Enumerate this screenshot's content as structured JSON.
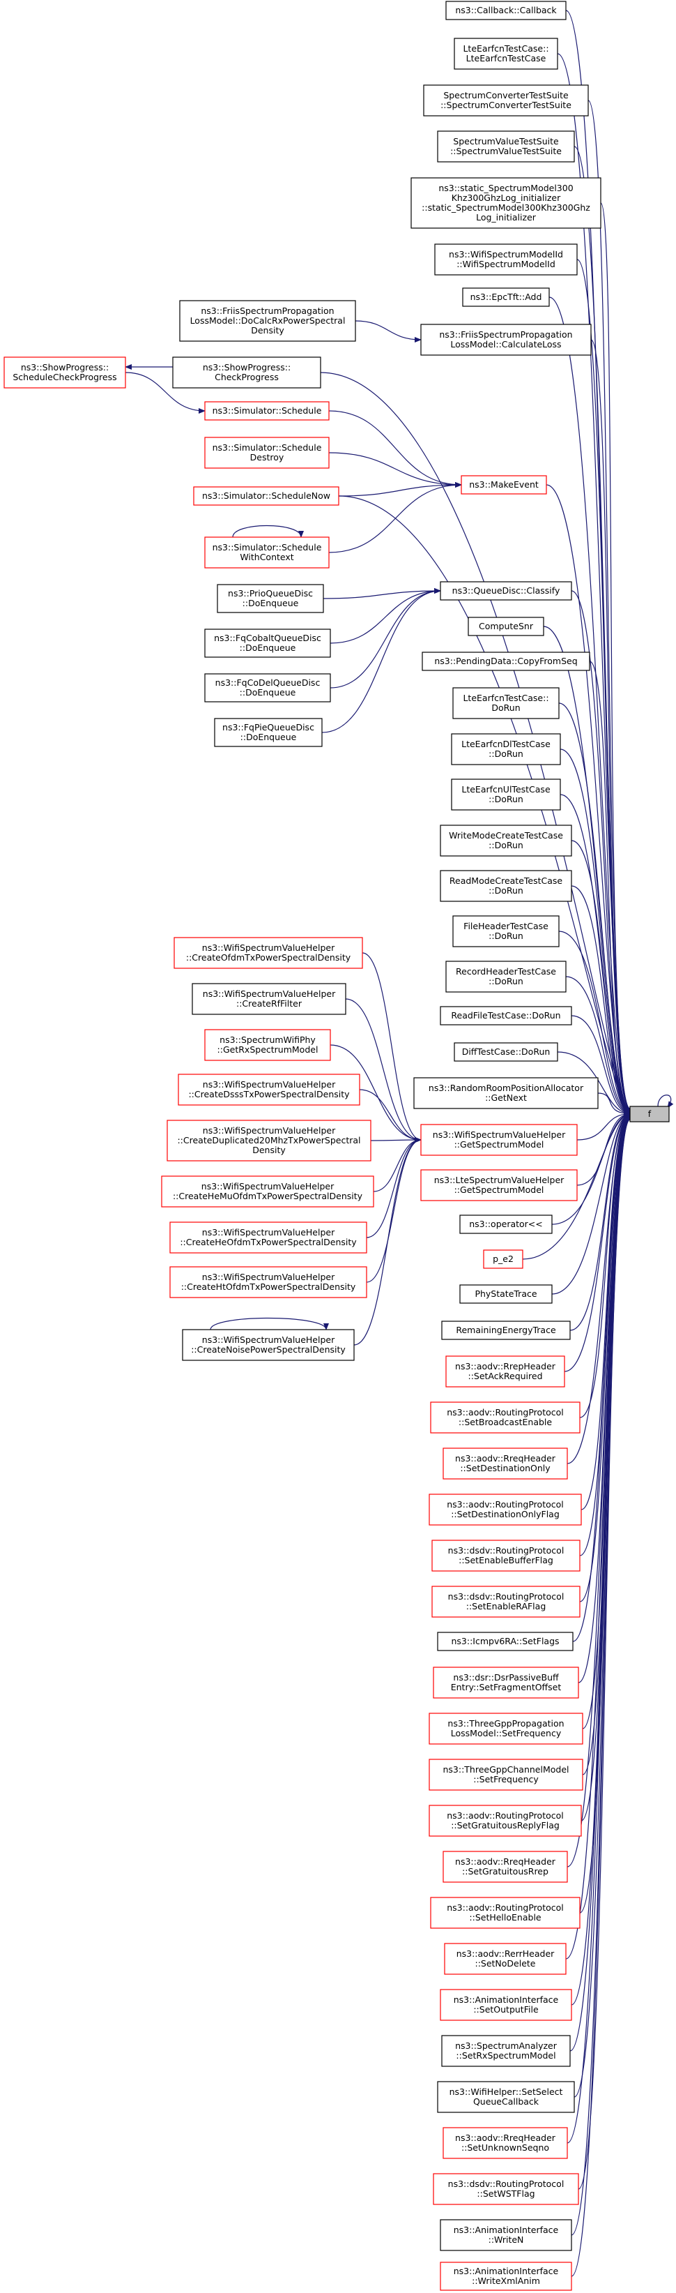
{
  "colors": {
    "edge": "#191970",
    "border_normal": "#000000",
    "border_red": "#ff0000",
    "focus_fill": "#bfbfbf"
  },
  "nodes": [
    {
      "id": "callback",
      "lines": [
        "ns3::Callback::Callback"
      ],
      "border": "black"
    },
    {
      "id": "lte-earfcn-ctor",
      "lines": [
        "LteEarfcnTestCase::",
        "LteEarfcnTestCase"
      ],
      "border": "black"
    },
    {
      "id": "spectrum-converter-suite",
      "lines": [
        "SpectrumConverterTestSuite",
        "::SpectrumConverterTestSuite"
      ],
      "border": "black"
    },
    {
      "id": "spectrum-value-suite",
      "lines": [
        "SpectrumValueTestSuite",
        "::SpectrumValueTestSuite"
      ],
      "border": "black"
    },
    {
      "id": "static-spectrum-init",
      "lines": [
        "ns3::static_SpectrumModel300",
        "Khz300GhzLog_initializer",
        "::static_SpectrumModel300Khz300Ghz",
        "Log_initializer"
      ],
      "border": "black"
    },
    {
      "id": "wifi-spectrum-model-id",
      "lines": [
        "ns3::WifiSpectrumModelId",
        "::WifiSpectrumModelId"
      ],
      "border": "black"
    },
    {
      "id": "epc-tft-add",
      "lines": [
        "ns3::EpcTft::Add"
      ],
      "border": "black"
    },
    {
      "id": "friis-do-calc",
      "lines": [
        "ns3::FriisSpectrumPropagation",
        "LossModel::DoCalcRxPowerSpectral",
        "Density"
      ],
      "border": "black"
    },
    {
      "id": "friis-calc-loss",
      "lines": [
        "ns3::FriisSpectrumPropagation",
        "LossModel::CalculateLoss"
      ],
      "border": "black"
    },
    {
      "id": "schedule-check-progress",
      "lines": [
        "ns3::ShowProgress::",
        "ScheduleCheckProgress"
      ],
      "border": "red"
    },
    {
      "id": "check-progress",
      "lines": [
        "ns3::ShowProgress::",
        "CheckProgress"
      ],
      "border": "black"
    },
    {
      "id": "sim-schedule",
      "lines": [
        "ns3::Simulator::Schedule"
      ],
      "border": "red"
    },
    {
      "id": "sim-schedule-destroy",
      "lines": [
        "ns3::Simulator::Schedule",
        "Destroy"
      ],
      "border": "red"
    },
    {
      "id": "sim-schedule-now",
      "lines": [
        "ns3::Simulator::ScheduleNow"
      ],
      "border": "red"
    },
    {
      "id": "sim-schedule-context",
      "lines": [
        "ns3::Simulator::Schedule",
        "WithContext"
      ],
      "border": "red"
    },
    {
      "id": "make-event",
      "lines": [
        "ns3::MakeEvent"
      ],
      "border": "red"
    },
    {
      "id": "prio-enqueue",
      "lines": [
        "ns3::PrioQueueDisc",
        "::DoEnqueue"
      ],
      "border": "black"
    },
    {
      "id": "fqcobalt-enqueue",
      "lines": [
        "ns3::FqCobaltQueueDisc",
        "::DoEnqueue"
      ],
      "border": "black"
    },
    {
      "id": "fqcodel-enqueue",
      "lines": [
        "ns3::FqCoDelQueueDisc",
        "::DoEnqueue"
      ],
      "border": "black"
    },
    {
      "id": "fqpie-enqueue",
      "lines": [
        "ns3::FqPieQueueDisc",
        "::DoEnqueue"
      ],
      "border": "black"
    },
    {
      "id": "queue-disc-classify",
      "lines": [
        "ns3::QueueDisc::Classify"
      ],
      "border": "black"
    },
    {
      "id": "compute-snr",
      "lines": [
        "ComputeSnr"
      ],
      "border": "black"
    },
    {
      "id": "pending-data-copy",
      "lines": [
        "ns3::PendingData::CopyFromSeq"
      ],
      "border": "black"
    },
    {
      "id": "lte-earfcn-dorun",
      "lines": [
        "LteEarfcnTestCase::",
        "DoRun"
      ],
      "border": "black"
    },
    {
      "id": "lte-earfcn-dl-dorun",
      "lines": [
        "LteEarfcnDlTestCase",
        "::DoRun"
      ],
      "border": "black"
    },
    {
      "id": "lte-earfcn-ul-dorun",
      "lines": [
        "LteEarfcnUlTestCase",
        "::DoRun"
      ],
      "border": "black"
    },
    {
      "id": "write-mode-dorun",
      "lines": [
        "WriteModeCreateTestCase",
        "::DoRun"
      ],
      "border": "black"
    },
    {
      "id": "read-mode-dorun",
      "lines": [
        "ReadModeCreateTestCase",
        "::DoRun"
      ],
      "border": "black"
    },
    {
      "id": "file-header-dorun",
      "lines": [
        "FileHeaderTestCase",
        "::DoRun"
      ],
      "border": "black"
    },
    {
      "id": "record-header-dorun",
      "lines": [
        "RecordHeaderTestCase",
        "::DoRun"
      ],
      "border": "black"
    },
    {
      "id": "read-file-dorun",
      "lines": [
        "ReadFileTestCase::DoRun"
      ],
      "border": "black"
    },
    {
      "id": "diff-dorun",
      "lines": [
        "DiffTestCase::DoRun"
      ],
      "border": "black"
    },
    {
      "id": "random-room-getnext",
      "lines": [
        "ns3::RandomRoomPositionAllocator",
        "::GetNext"
      ],
      "border": "black"
    },
    {
      "id": "create-ofdm-tx",
      "lines": [
        "ns3::WifiSpectrumValueHelper",
        "::CreateOfdmTxPowerSpectralDensity"
      ],
      "border": "red"
    },
    {
      "id": "create-rf-filter",
      "lines": [
        "ns3::WifiSpectrumValueHelper",
        "::CreateRfFilter"
      ],
      "border": "black"
    },
    {
      "id": "get-rx-spectrum-model",
      "lines": [
        "ns3::SpectrumWifiPhy",
        "::GetRxSpectrumModel"
      ],
      "border": "red"
    },
    {
      "id": "create-dsss-tx",
      "lines": [
        "ns3::WifiSpectrumValueHelper",
        "::CreateDsssTxPowerSpectralDensity"
      ],
      "border": "red"
    },
    {
      "id": "create-dup20",
      "lines": [
        "ns3::WifiSpectrumValueHelper",
        "::CreateDuplicated20MhzTxPowerSpectral",
        "Density"
      ],
      "border": "red"
    },
    {
      "id": "create-hemu",
      "lines": [
        "ns3::WifiSpectrumValueHelper",
        "::CreateHeMuOfdmTxPowerSpectralDensity"
      ],
      "border": "red"
    },
    {
      "id": "create-he-ofdm",
      "lines": [
        "ns3::WifiSpectrumValueHelper",
        "::CreateHeOfdmTxPowerSpectralDensity"
      ],
      "border": "red"
    },
    {
      "id": "create-ht-ofdm",
      "lines": [
        "ns3::WifiSpectrumValueHelper",
        "::CreateHtOfdmTxPowerSpectralDensity"
      ],
      "border": "red"
    },
    {
      "id": "create-noise",
      "lines": [
        "ns3::WifiSpectrumValueHelper",
        "::CreateNoisePowerSpectralDensity"
      ],
      "border": "black"
    },
    {
      "id": "wifi-get-spectrum-model",
      "lines": [
        "ns3::WifiSpectrumValueHelper",
        "::GetSpectrumModel"
      ],
      "border": "red"
    },
    {
      "id": "lte-get-spectrum-model",
      "lines": [
        "ns3::LteSpectrumValueHelper",
        "::GetSpectrumModel"
      ],
      "border": "red"
    },
    {
      "id": "operator-lshift",
      "lines": [
        "ns3::operator<<"
      ],
      "border": "black"
    },
    {
      "id": "p-e2",
      "lines": [
        "p_e2"
      ],
      "border": "red"
    },
    {
      "id": "phy-state-trace",
      "lines": [
        "PhyStateTrace"
      ],
      "border": "black"
    },
    {
      "id": "remaining-energy-trace",
      "lines": [
        "RemainingEnergyTrace"
      ],
      "border": "black"
    },
    {
      "id": "aodv-rrep-ack",
      "lines": [
        "ns3::aodv::RrepHeader",
        "::SetAckRequired"
      ],
      "border": "red"
    },
    {
      "id": "aodv-rp-broadcast",
      "lines": [
        "ns3::aodv::RoutingProtocol",
        "::SetBroadcastEnable"
      ],
      "border": "red"
    },
    {
      "id": "aodv-rreq-dest-only",
      "lines": [
        "ns3::aodv::RreqHeader",
        "::SetDestinationOnly"
      ],
      "border": "red"
    },
    {
      "id": "aodv-rp-dest-only-flag",
      "lines": [
        "ns3::aodv::RoutingProtocol",
        "::SetDestinationOnlyFlag"
      ],
      "border": "red"
    },
    {
      "id": "dsdv-enable-buffer",
      "lines": [
        "ns3::dsdv::RoutingProtocol",
        "::SetEnableBufferFlag"
      ],
      "border": "red"
    },
    {
      "id": "dsdv-enable-ra",
      "lines": [
        "ns3::dsdv::RoutingProtocol",
        "::SetEnableRAFlag"
      ],
      "border": "red"
    },
    {
      "id": "icmpv6-ra-flags",
      "lines": [
        "ns3::Icmpv6RA::SetFlags"
      ],
      "border": "black"
    },
    {
      "id": "dsr-fragment-offset",
      "lines": [
        "ns3::dsr::DsrPassiveBuff",
        "Entry::SetFragmentOffset"
      ],
      "border": "red"
    },
    {
      "id": "three-gpp-prop-freq",
      "lines": [
        "ns3::ThreeGppPropagation",
        "LossModel::SetFrequency"
      ],
      "border": "red"
    },
    {
      "id": "three-gpp-channel-freq",
      "lines": [
        "ns3::ThreeGppChannelModel",
        "::SetFrequency"
      ],
      "border": "red"
    },
    {
      "id": "aodv-rp-grat-reply",
      "lines": [
        "ns3::aodv::RoutingProtocol",
        "::SetGratuitousReplyFlag"
      ],
      "border": "red"
    },
    {
      "id": "aodv-rreq-grat-rrep",
      "lines": [
        "ns3::aodv::RreqHeader",
        "::SetGratuitousRrep"
      ],
      "border": "red"
    },
    {
      "id": "aodv-rp-hello",
      "lines": [
        "ns3::aodv::RoutingProtocol",
        "::SetHelloEnable"
      ],
      "border": "red"
    },
    {
      "id": "aodv-rerr-nodelete",
      "lines": [
        "ns3::aodv::RerrHeader",
        "::SetNoDelete"
      ],
      "border": "red"
    },
    {
      "id": "anim-output-file",
      "lines": [
        "ns3::AnimationInterface",
        "::SetOutputFile"
      ],
      "border": "red"
    },
    {
      "id": "spectrum-analyzer-rx",
      "lines": [
        "ns3::SpectrumAnalyzer",
        "::SetRxSpectrumModel"
      ],
      "border": "black"
    },
    {
      "id": "wifi-helper-select-queue",
      "lines": [
        "ns3::WifiHelper::SetSelect",
        "QueueCallback"
      ],
      "border": "black"
    },
    {
      "id": "aodv-rreq-unknown-seqno",
      "lines": [
        "ns3::aodv::RreqHeader",
        "::SetUnknownSeqno"
      ],
      "border": "red"
    },
    {
      "id": "dsdv-wst-flag",
      "lines": [
        "ns3::dsdv::RoutingProtocol",
        "::SetWSTFlag"
      ],
      "border": "red"
    },
    {
      "id": "anim-write-n",
      "lines": [
        "ns3::AnimationInterface",
        "::WriteN"
      ],
      "border": "black"
    },
    {
      "id": "anim-write-xml",
      "lines": [
        "ns3::AnimationInterface",
        "::WriteXmlAnim"
      ],
      "border": "red"
    },
    {
      "id": "f",
      "lines": [
        "f"
      ],
      "border": "black",
      "focus": true
    }
  ]
}
